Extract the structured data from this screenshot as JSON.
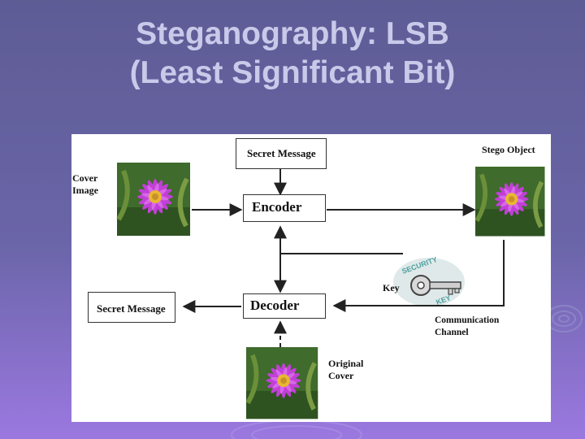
{
  "slide": {
    "title_line1": "Steganography: LSB",
    "title_line2": "(Least Significant Bit)"
  },
  "diagram": {
    "secret_message_top": "Secret Message",
    "encoder": "Encoder",
    "decoder": "Decoder",
    "secret_message_bottom": "Secret Message",
    "cover_image_line1": "Cover",
    "cover_image_line2": "Image",
    "stego_object": "Stego Object",
    "key": "Key",
    "communication_line1": "Communication",
    "communication_line2": "Channel",
    "original_cover_line1": "Original",
    "original_cover_line2": "Cover"
  },
  "colors": {
    "background_top": "#5e5c95",
    "background_bottom": "#9b78e0",
    "title": "#c9c9ea",
    "diagram_line": "#222222",
    "flower_petal": "#c23fd8",
    "flower_center": "#e8b830",
    "foliage": "#3f6b2c",
    "key_color": "#4e9fa0"
  },
  "icons": [
    "flower-image-icon",
    "key-icon",
    "swirl-decoration-icon"
  ]
}
